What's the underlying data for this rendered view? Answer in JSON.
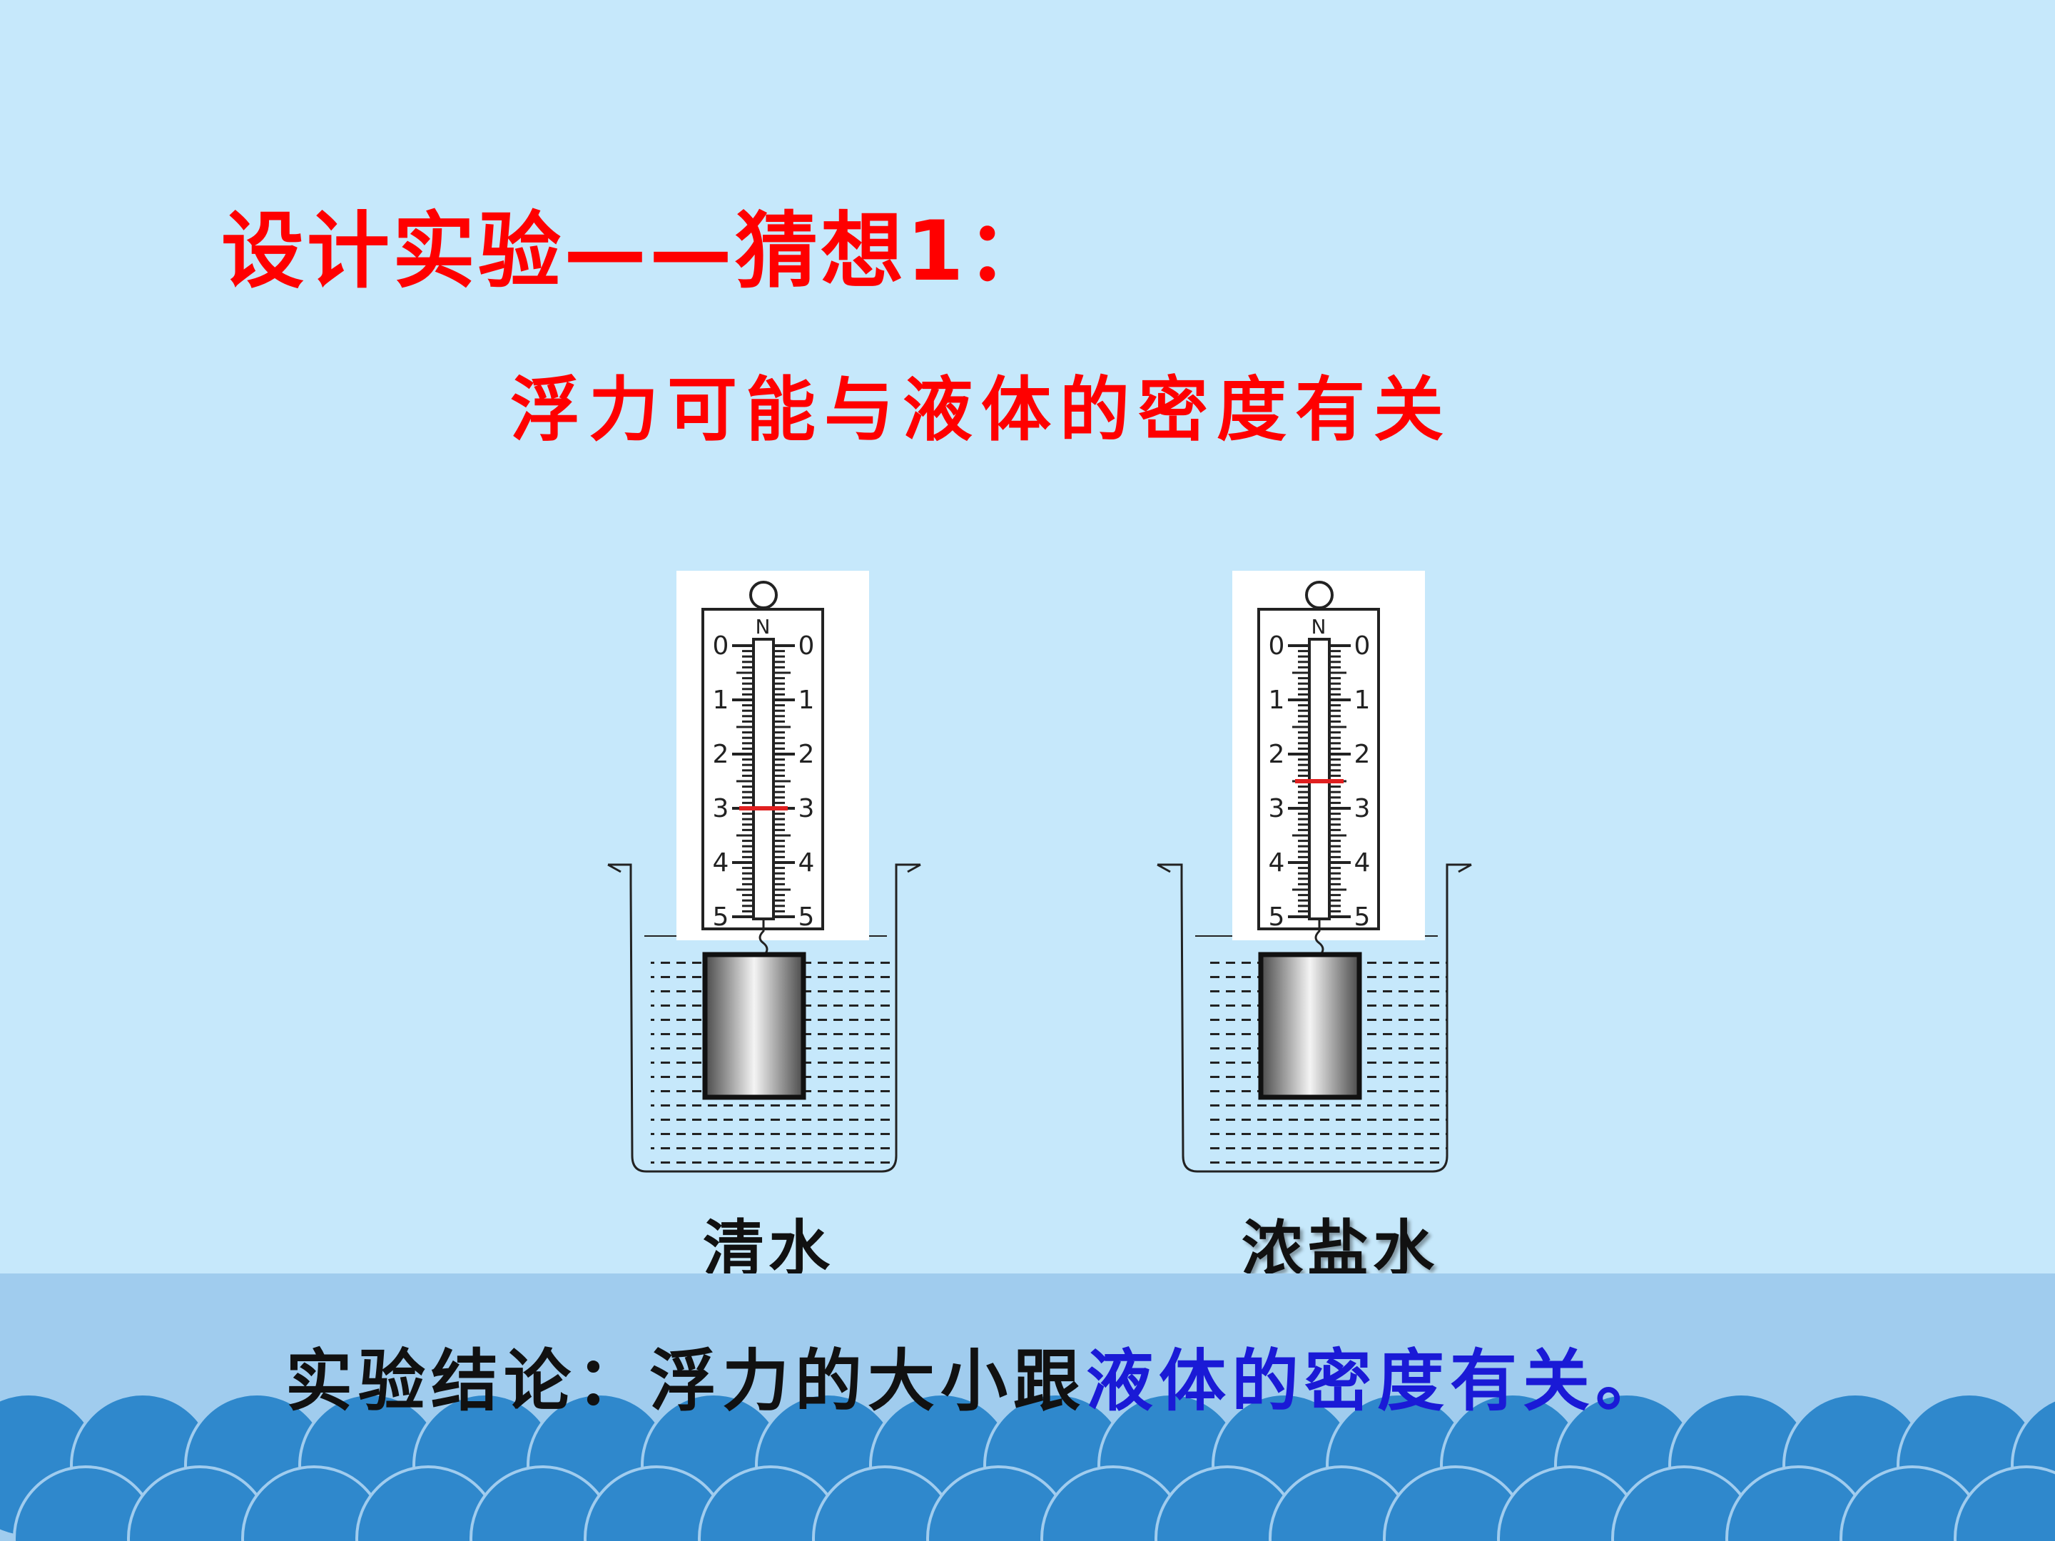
{
  "title": "设计实验——猜想1：",
  "subtitle": "浮力可能与液体的密度有关",
  "labels": {
    "left": "清水",
    "right": "浓盐水"
  },
  "conclusion": {
    "prefix": "实验结论：浮力的大小跟",
    "highlight": "液体的密度有关。"
  },
  "scale": {
    "unit": "N",
    "ticks": [
      "0",
      "1",
      "2",
      "3",
      "4",
      "5"
    ]
  },
  "readings": {
    "left": 3.0,
    "right": 2.5
  },
  "colors": {
    "title": "#ff0000",
    "highlight": "#1a1ad6",
    "band": "#a0ccee",
    "wave": "#2f88cc"
  }
}
